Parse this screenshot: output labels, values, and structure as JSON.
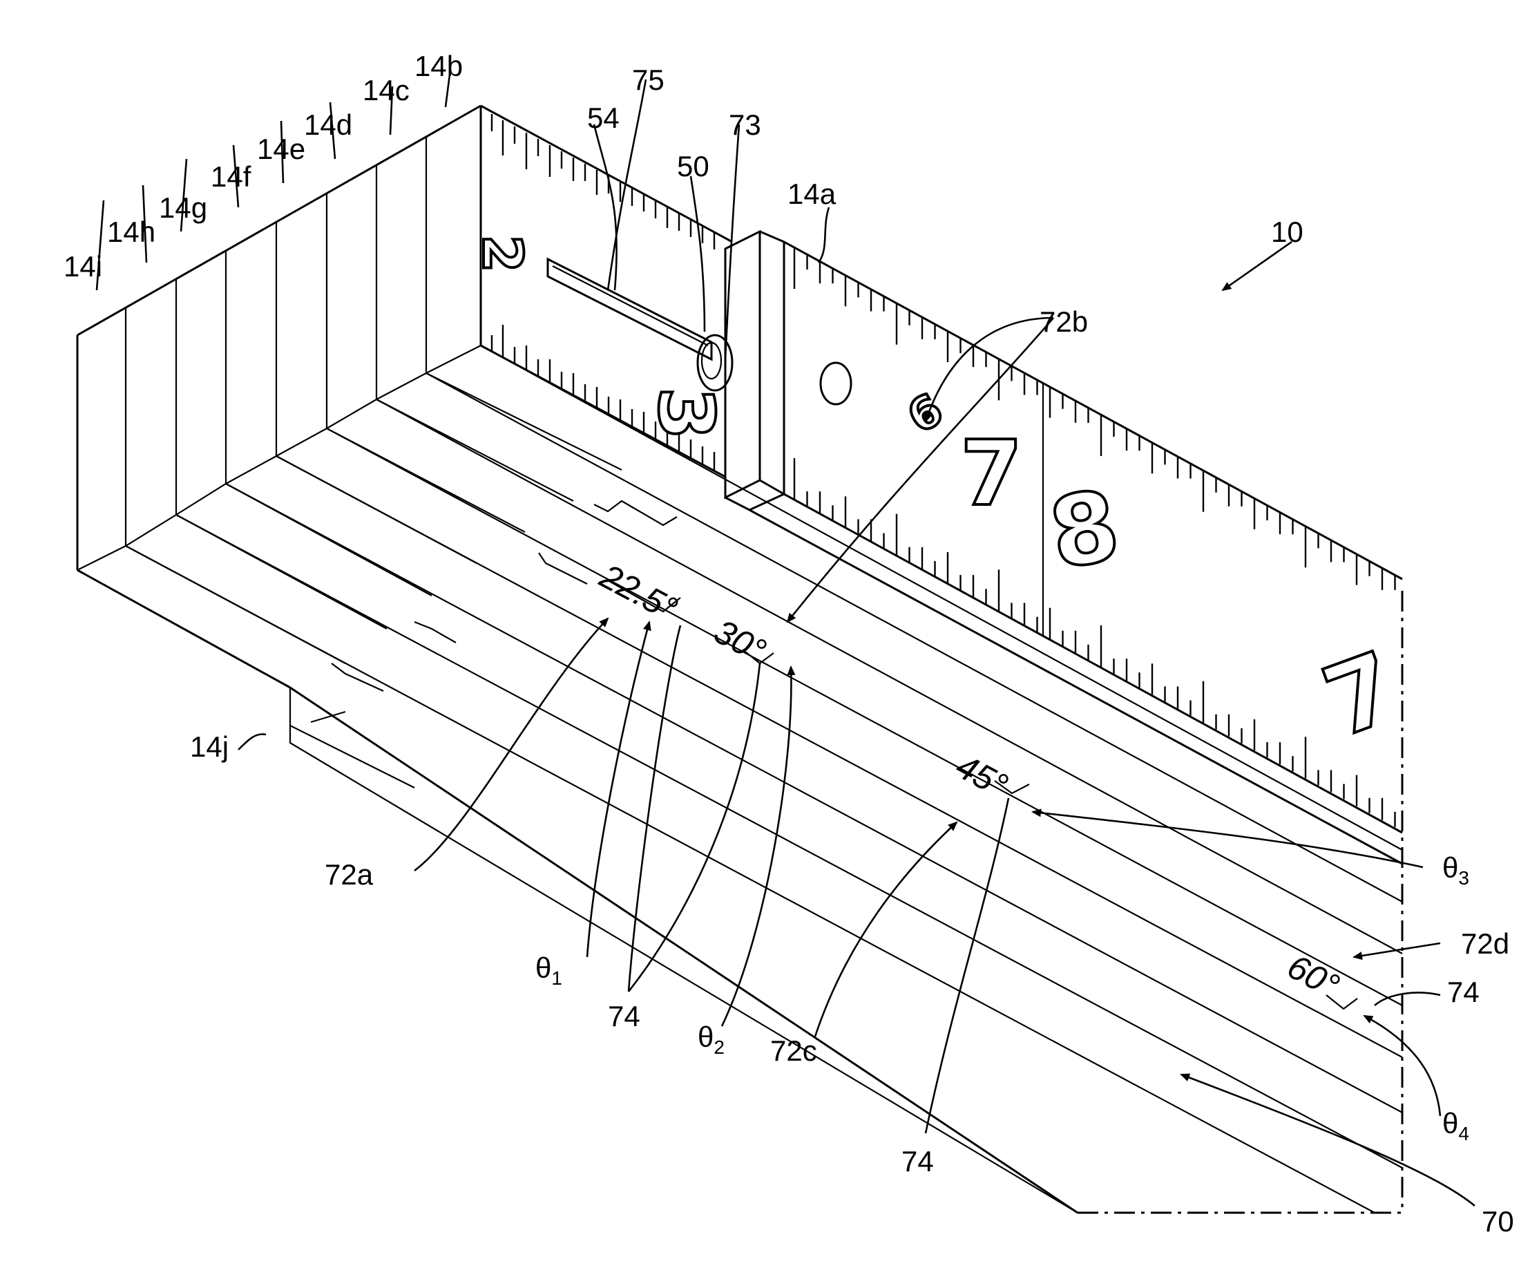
{
  "figure_number": "10",
  "part_labels": {
    "layers": [
      "14a",
      "14b",
      "14c",
      "14d",
      "14e",
      "14f",
      "14g",
      "14h",
      "14i",
      "14j"
    ],
    "components": [
      "50",
      "54",
      "73",
      "75",
      "70"
    ],
    "angle_markers": [
      "72a",
      "72b",
      "72c",
      "72d"
    ],
    "marker_edge": "74",
    "thetas": [
      {
        "sym": "θ",
        "sub": "1"
      },
      {
        "sym": "θ",
        "sub": "2"
      },
      {
        "sym": "θ",
        "sub": "3"
      },
      {
        "sym": "θ",
        "sub": "4"
      }
    ]
  },
  "angle_values": [
    "22.5°",
    "30°",
    "45°",
    "60°"
  ],
  "ruler_digits": {
    "upper": [
      "2",
      "3",
      "6",
      "7",
      "8"
    ],
    "lower": [
      "7"
    ]
  }
}
